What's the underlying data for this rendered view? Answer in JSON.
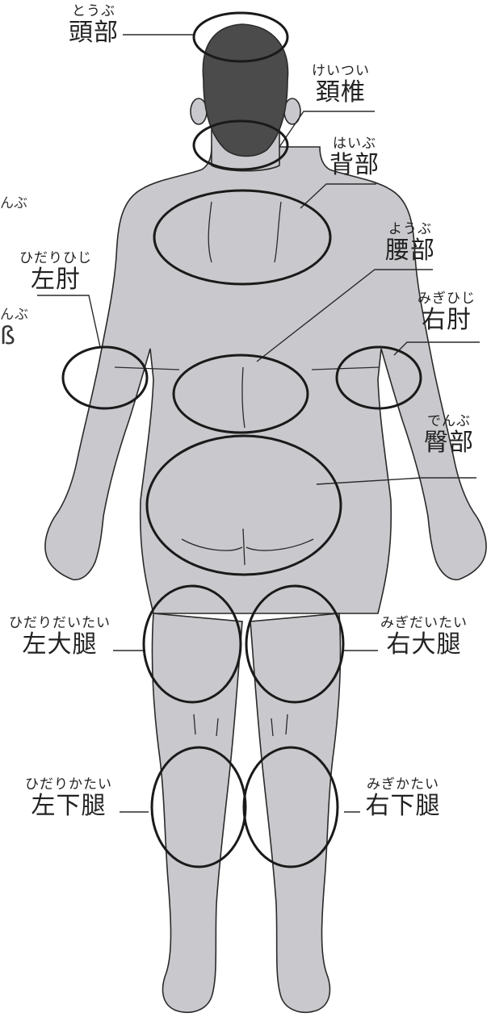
{
  "diagram": {
    "labels": {
      "head": {
        "ruby": "とうぶ",
        "kanji": "頭部"
      },
      "cervical": {
        "ruby": "けいつい",
        "kanji": "頚椎"
      },
      "back": {
        "ruby": "はいぶ",
        "kanji": "背部"
      },
      "lower_back": {
        "ruby": "ようぶ",
        "kanji": "腰部"
      },
      "left_elbow": {
        "ruby": "ひだりひじ",
        "kanji": "左肘"
      },
      "right_elbow": {
        "ruby": "みぎひじ",
        "kanji": "右肘"
      },
      "buttocks": {
        "ruby": "でんぶ",
        "kanji": "臀部"
      },
      "left_thigh": {
        "ruby": "ひだりだいたい",
        "kanji": "左大腿"
      },
      "right_thigh": {
        "ruby": "みぎだいたい",
        "kanji": "右大腿"
      },
      "left_lower_leg": {
        "ruby": "ひだりかたい",
        "kanji": "左下腿"
      },
      "right_lower_leg": {
        "ruby": "みぎかたい",
        "kanji": "右下腿"
      }
    },
    "edge_fragments": {
      "top": "んぶ",
      "mid_ruby": "んぶ",
      "mid_kanji": "ß"
    },
    "colors": {
      "skin": "#c9c9cd",
      "hair": "#4b4b4b",
      "outline": "#2a2a2a",
      "ring": "#1a1a1a",
      "text": "#222222"
    }
  }
}
